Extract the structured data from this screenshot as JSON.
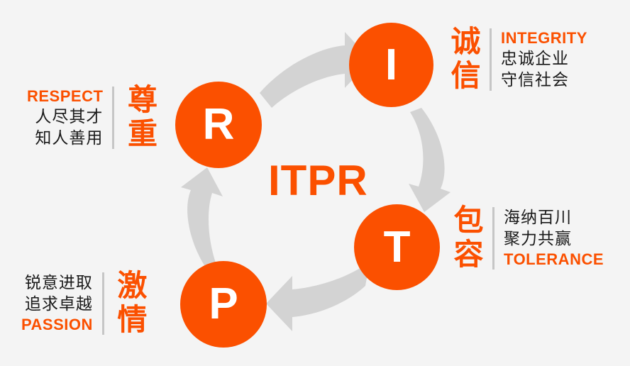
{
  "theme": {
    "background": "#f4f4f4",
    "accent": "#fb5000",
    "arrow": "#d3d3d3",
    "divider": "#c6c6c6",
    "text_dark": "#1a1a1a",
    "circle_letter": "#ffffff"
  },
  "center": {
    "acronym": "ITPR"
  },
  "nodes": [
    {
      "id": "respect",
      "letter": "R",
      "name": "circle-r"
    },
    {
      "id": "integrity",
      "letter": "I",
      "name": "circle-i"
    },
    {
      "id": "tolerance",
      "letter": "T",
      "name": "circle-t"
    },
    {
      "id": "passion",
      "letter": "P",
      "name": "circle-p"
    }
  ],
  "values": {
    "respect": {
      "english": "RESPECT",
      "chinese_big": "尊重",
      "lines": [
        "人尽其才",
        "知人善用"
      ],
      "side": "left",
      "english_position": "top"
    },
    "integrity": {
      "english": "INTEGRITY",
      "chinese_big": "诚信",
      "lines": [
        "忠诚企业",
        "守信社会"
      ],
      "side": "right",
      "english_position": "top"
    },
    "tolerance": {
      "english": "TOLERANCE",
      "chinese_big": "包容",
      "lines": [
        "海纳百川",
        "聚力共赢"
      ],
      "side": "right",
      "english_position": "bottom"
    },
    "passion": {
      "english": "PASSION",
      "chinese_big": "激情",
      "lines": [
        "锐意进取",
        "追求卓越"
      ],
      "side": "left",
      "english_position": "bottom"
    }
  },
  "arrows": [
    {
      "id": "arrow-respect-to-integrity",
      "from": "R",
      "to": "I",
      "direction": "right-up"
    },
    {
      "id": "arrow-integrity-to-tolerance",
      "from": "I",
      "to": "T",
      "direction": "down"
    },
    {
      "id": "arrow-tolerance-to-passion",
      "from": "T",
      "to": "P",
      "direction": "left-down"
    },
    {
      "id": "arrow-passion-to-respect",
      "from": "P",
      "to": "R",
      "direction": "up"
    }
  ]
}
